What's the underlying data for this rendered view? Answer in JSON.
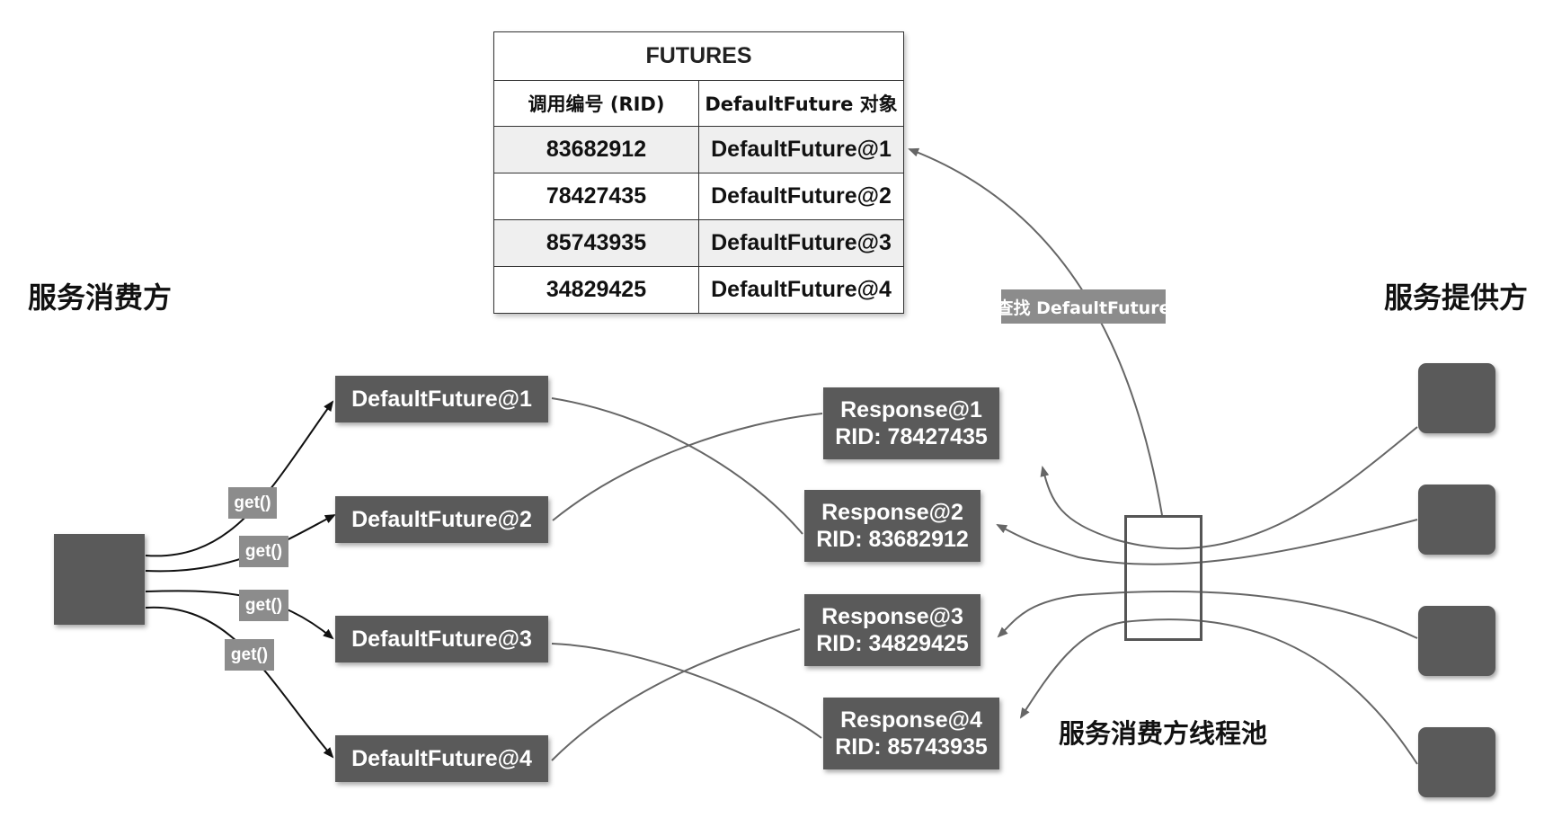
{
  "consumer_title": "服务消费方",
  "provider_title": "服务提供方",
  "thread_pool_label": "服务消费方线程池",
  "lookup_label": "查找 DefaultFuture",
  "get_label": "get()",
  "futures_table": {
    "title": "FUTURES",
    "headers": [
      "调用编号 (RID)",
      "DefaultFuture 对象"
    ],
    "rows": [
      [
        "83682912",
        "DefaultFuture@1"
      ],
      [
        "78427435",
        "DefaultFuture@2"
      ],
      [
        "85743935",
        "DefaultFuture@3"
      ],
      [
        "34829425",
        "DefaultFuture@4"
      ]
    ]
  },
  "futures": [
    "DefaultFuture@1",
    "DefaultFuture@2",
    "DefaultFuture@3",
    "DefaultFuture@4"
  ],
  "responses": [
    {
      "name": "Response@1",
      "rid": "RID: 78427435"
    },
    {
      "name": "Response@2",
      "rid": "RID: 83682912"
    },
    {
      "name": "Response@3",
      "rid": "RID: 34829425"
    },
    {
      "name": "Response@4",
      "rid": "RID: 85743935"
    }
  ],
  "colors": {
    "box_fill": "#5a5a5a",
    "tag_fill": "#8c8c8c",
    "line": "#666666",
    "row_shade": "#efefef"
  }
}
